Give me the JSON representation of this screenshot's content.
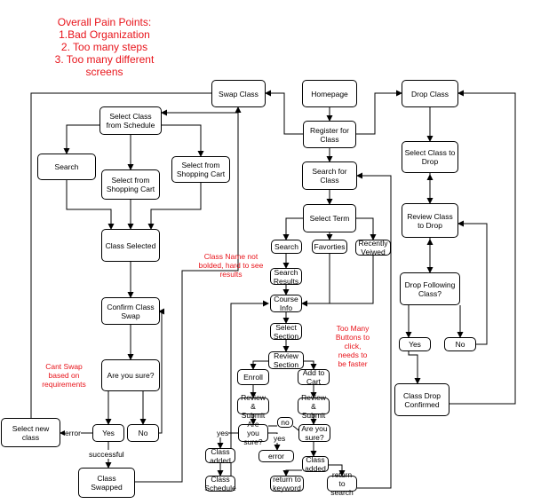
{
  "notes": {
    "pain_points": [
      "Overall Pain Points:",
      "1.Bad Organization",
      "2. Too many steps",
      "3. Too many different",
      "screens"
    ],
    "class_name": [
      "Class Name not",
      "bolded, hard to see",
      "results"
    ],
    "cant_swap": [
      "Cant Swap",
      "based on",
      "requirements"
    ],
    "too_many_buttons": [
      "Too Many",
      "Buttons to",
      "click,",
      "needs to",
      "be faster"
    ]
  },
  "nodes": {
    "homepage": "Homepage",
    "swap_class": "Swap Class",
    "drop_class": "Drop Class",
    "register_for_class": "Register for Class",
    "select_class_from_schedule": "Select Class from Schedule",
    "search_left": "Search",
    "select_from_shopping_cart_a": "Select from Shopping Cart",
    "select_from_shopping_cart_b": "Select from Shopping Cart",
    "class_selected": "Class Selected",
    "confirm_class_swap": "Confirm Class Swap",
    "are_you_sure_swap": "Are you sure?",
    "yes_swap": "Yes",
    "no_swap": "No",
    "select_new_class": "Select new class",
    "class_swapped": "Class Swapped",
    "search_for_class": "Search for Class",
    "select_term": "Select Term",
    "search_mid": "Search",
    "favorties": "Favorties",
    "recently_veiwed": "Recently Veiwed",
    "search_results": "Search Results",
    "course_info": "Course Info",
    "select_section": "Select Section",
    "review_section": "Review Section",
    "enroll": "Enroll",
    "add_to_cart": "Add to Cart",
    "review_submit_a": "Review & Submit",
    "review_submit_b": "Review & Submit",
    "are_you_sure_a": "Are you sure?",
    "are_you_sure_b": "Are you sure?",
    "no_reg": "no",
    "class_added_a": "Class added",
    "class_schedule": "Class Schedule",
    "error_reg": "error",
    "class_added_b": "Class added",
    "return_to_keyword": "return to keyword",
    "return_to_search": "return to search",
    "select_class_to_drop": "Select Class to Drop",
    "review_class_to_drop": "Review Class to Drop",
    "drop_following_class": "Drop Following Class?",
    "yes_drop": "Yes",
    "no_drop": "No",
    "class_drop_confirmed": "Class Drop Confirmed"
  },
  "edge_labels": {
    "error": "error",
    "successful": "successful",
    "yes": "yes",
    "yes2": "yes"
  }
}
